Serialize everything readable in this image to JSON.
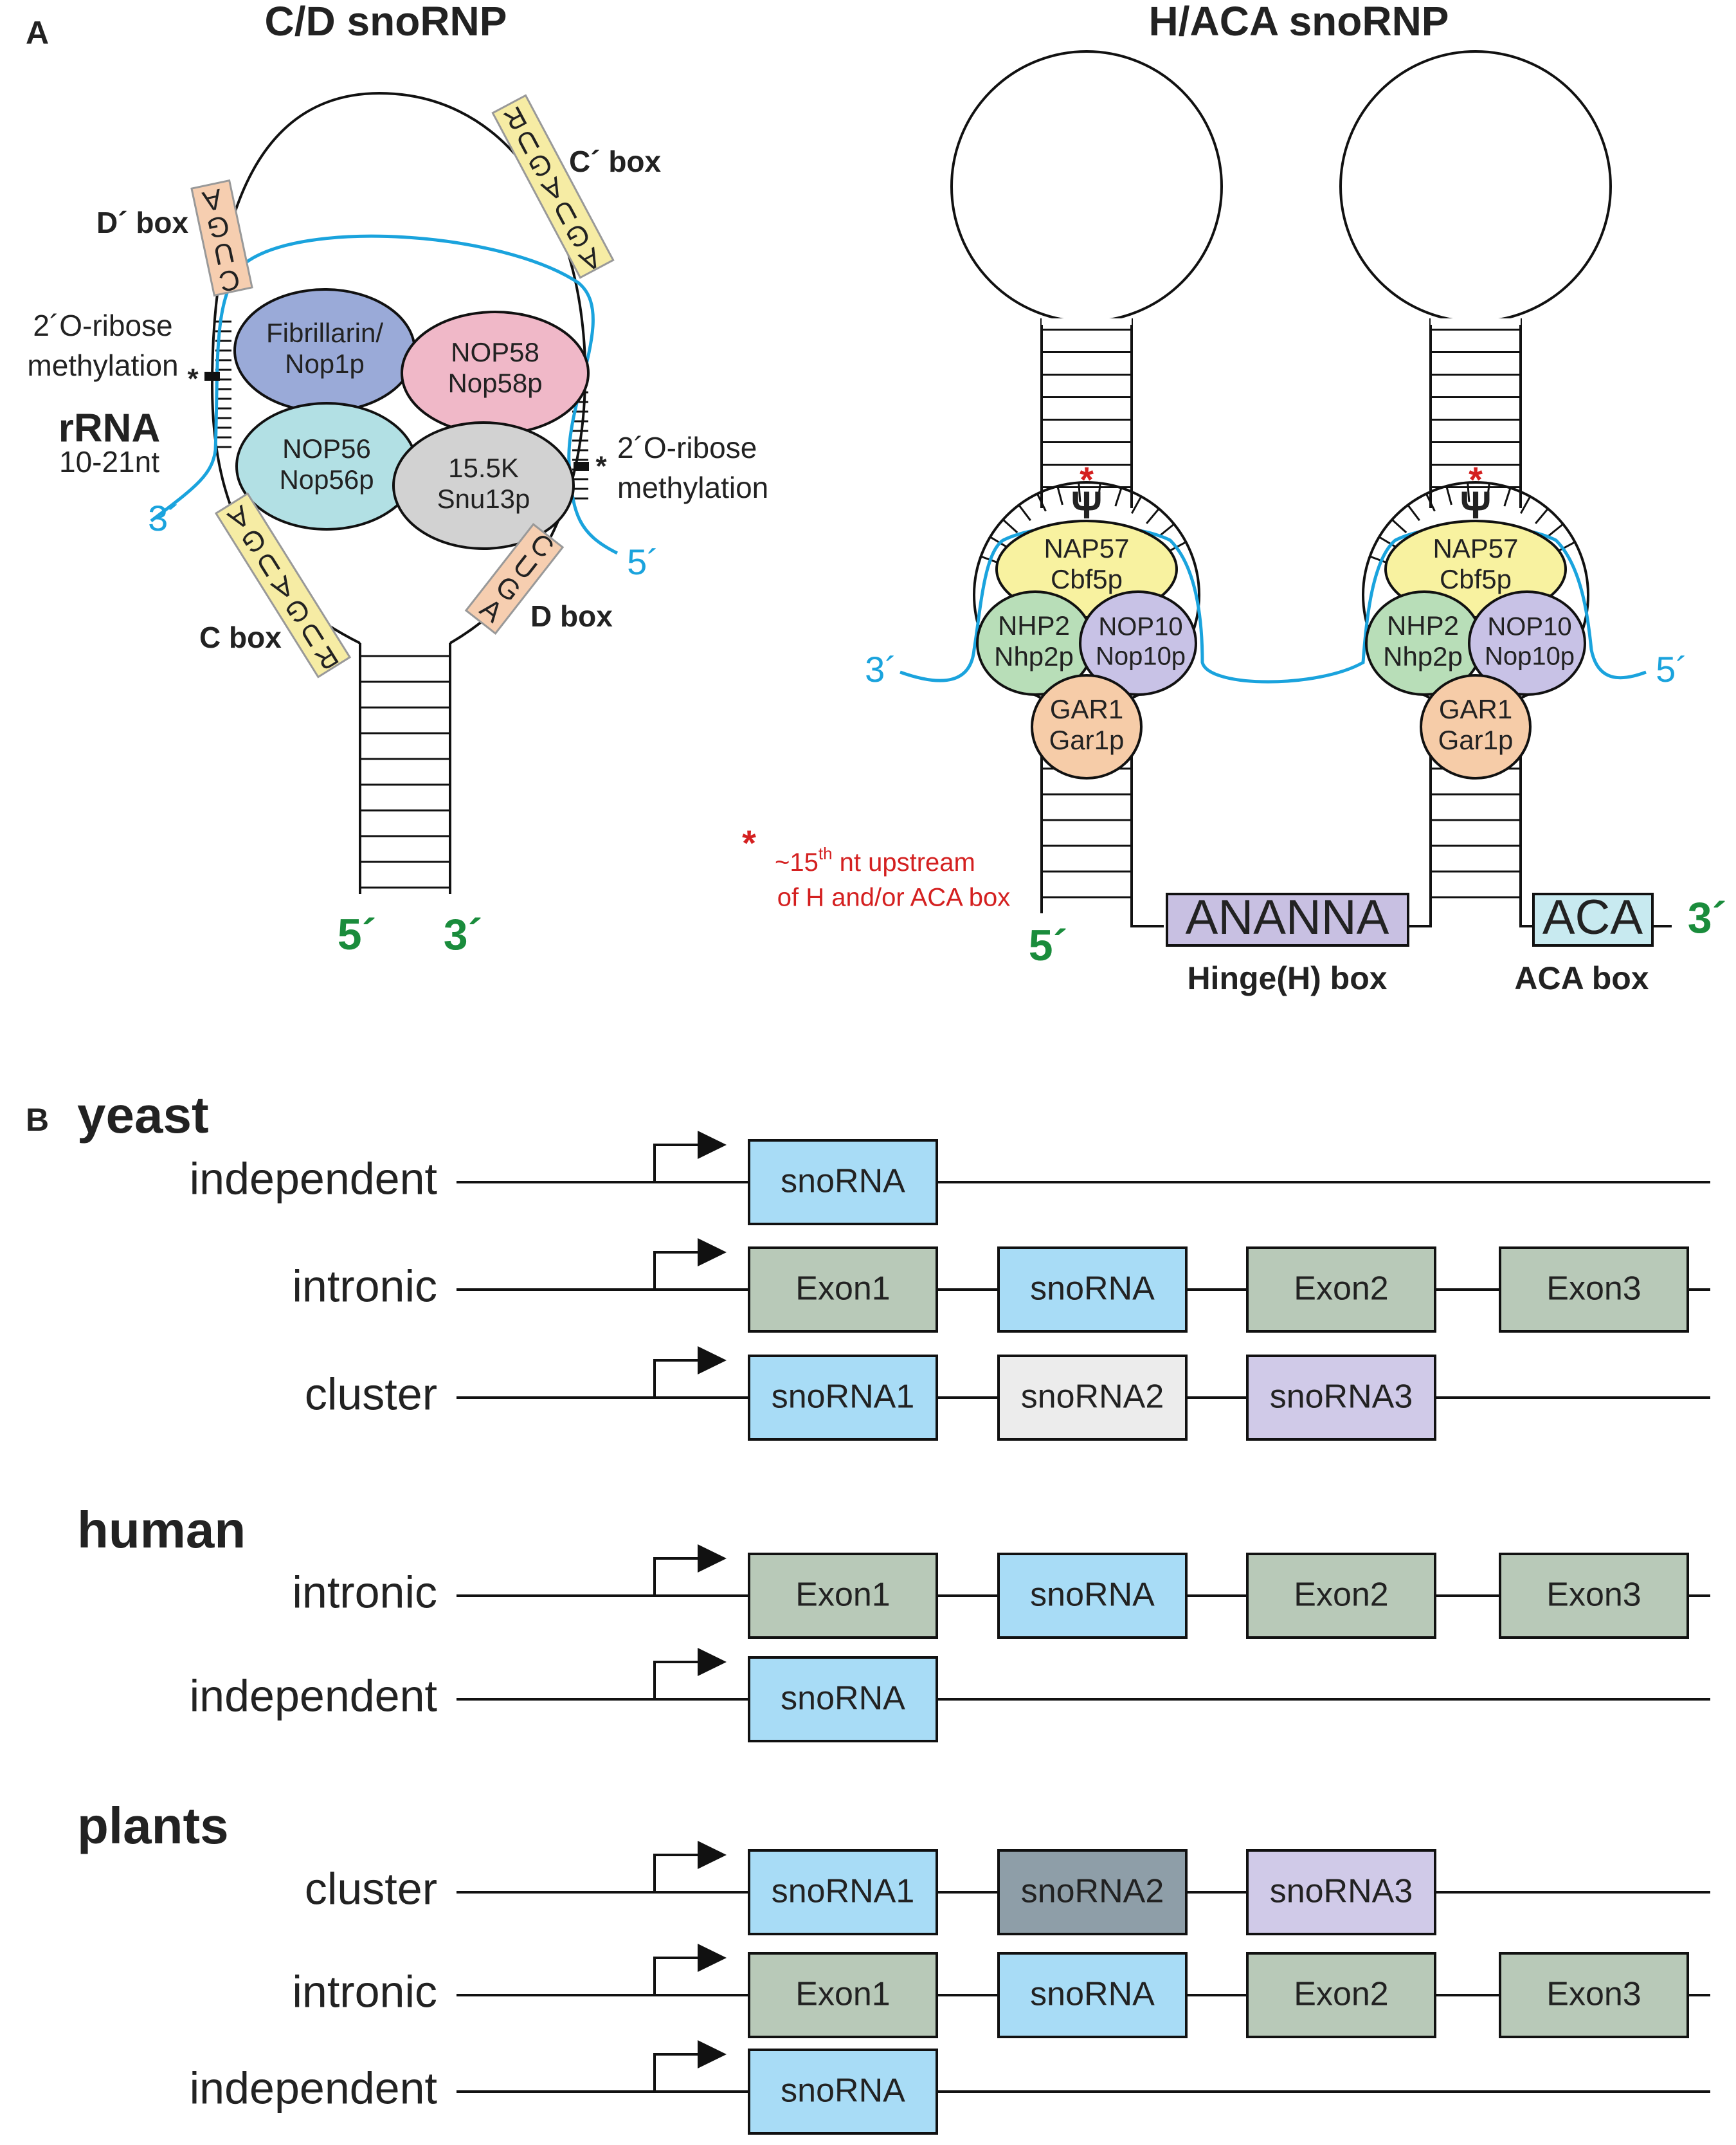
{
  "colors": {
    "blue_rna": "#1aa3dd",
    "green_end": "#1a8c3c",
    "red_note": "#d42020",
    "fibrillarin": "#9aaad8",
    "nop58": "#f0b8c8",
    "nop56": "#b2e0e4",
    "snu13": "#d2d2d2",
    "c_box": "#f6eca4",
    "d_box": "#f6ceb0",
    "nap57": "#f8f2a0",
    "nhp2": "#b8deb8",
    "nop10": "#c8c2e6",
    "gar1": "#f6cca8",
    "h_box": "#c8c0e2",
    "aca_box": "#c8eaf0",
    "exon": "#b8c9b8",
    "snorna": "#a8dcf6",
    "snorna2_yeast": "#ececec",
    "snorna2_plant": "#8e9ea8",
    "snorna3": "#d0cae8"
  },
  "panel_a": {
    "label": "A",
    "cd": {
      "title": "C/D snoRNP",
      "d_prime_box": {
        "label": "D´ box",
        "seq": [
          "A",
          "G",
          "U",
          "C"
        ]
      },
      "c_prime_box": {
        "label": "C´ box",
        "seq": [
          "R",
          "U",
          "G",
          "A",
          "U",
          "G",
          "A"
        ]
      },
      "c_box": {
        "label": "C box",
        "seq": [
          "A",
          "G",
          "U",
          "A",
          "G",
          "U",
          "R"
        ]
      },
      "d_box": {
        "label": "D box",
        "seq": [
          "A",
          "G",
          "U",
          "C"
        ]
      },
      "methylation_left": [
        "2´O-ribose",
        "methylation"
      ],
      "methylation_right": [
        "2´O-ribose",
        "methylation"
      ],
      "rrna_label": "rRNA",
      "rrna_length": "10-21nt",
      "rrna_3": "3´",
      "rrna_5": "5´",
      "end_5": "5´",
      "end_3": "3´",
      "star": "*",
      "proteins": {
        "fibrillarin": [
          "Fibrillarin/",
          "Nop1p"
        ],
        "nop58": [
          "NOP58",
          "Nop58p"
        ],
        "nop56": [
          "NOP56",
          "Nop56p"
        ],
        "snu13": [
          "15.5K",
          "Snu13p"
        ]
      }
    },
    "haca": {
      "title": "H/ACA snoRNP",
      "psi": "Ψ",
      "star": "*",
      "nap57": [
        "NAP57",
        "Cbf5p"
      ],
      "nhp2": [
        "NHP2",
        "Nhp2p"
      ],
      "nop10": [
        "NOP10",
        "Nop10p"
      ],
      "gar1": [
        "GAR1",
        "Gar1p"
      ],
      "rna_3": "3´",
      "rna_5": "5´",
      "end_5": "5´",
      "end_3": "3´",
      "note_star": "*",
      "note_pre": "~15",
      "note_sup": "th",
      "note_post": " nt upstream",
      "note_line2": "of H and/or ACA box",
      "h_box_seq": "ANANNA",
      "h_box_label": "Hinge(H) box",
      "aca_seq": "ACA",
      "aca_label": "ACA box"
    }
  },
  "panel_b": {
    "label": "B",
    "groups": [
      {
        "organism": "yeast",
        "rows": [
          {
            "label": "independent",
            "boxes": [
              {
                "text": "snoRNA",
                "kind": "snorna"
              }
            ]
          },
          {
            "label": "intronic",
            "boxes": [
              {
                "text": "Exon1",
                "kind": "exon"
              },
              {
                "text": "snoRNA",
                "kind": "snorna"
              },
              {
                "text": "Exon2",
                "kind": "exon"
              },
              {
                "text": "Exon3",
                "kind": "exon"
              }
            ]
          },
          {
            "label": "cluster",
            "boxes": [
              {
                "text": "snoRNA1",
                "kind": "snorna"
              },
              {
                "text": "snoRNA2",
                "kind": "snorna2_yeast"
              },
              {
                "text": "snoRNA3",
                "kind": "snorna3"
              }
            ]
          }
        ]
      },
      {
        "organism": "human",
        "rows": [
          {
            "label": "intronic",
            "boxes": [
              {
                "text": "Exon1",
                "kind": "exon"
              },
              {
                "text": "snoRNA",
                "kind": "snorna"
              },
              {
                "text": "Exon2",
                "kind": "exon"
              },
              {
                "text": "Exon3",
                "kind": "exon"
              }
            ]
          },
          {
            "label": "independent",
            "boxes": [
              {
                "text": "snoRNA",
                "kind": "snorna"
              }
            ]
          }
        ]
      },
      {
        "organism": "plants",
        "rows": [
          {
            "label": "cluster",
            "boxes": [
              {
                "text": "snoRNA1",
                "kind": "snorna"
              },
              {
                "text": "snoRNA2",
                "kind": "snorna2_plant"
              },
              {
                "text": "snoRNA3",
                "kind": "snorna3"
              }
            ]
          },
          {
            "label": "intronic",
            "boxes": [
              {
                "text": "Exon1",
                "kind": "exon"
              },
              {
                "text": "snoRNA",
                "kind": "snorna"
              },
              {
                "text": "Exon2",
                "kind": "exon"
              },
              {
                "text": "Exon3",
                "kind": "exon"
              }
            ]
          },
          {
            "label": "independent",
            "boxes": [
              {
                "text": "snoRNA",
                "kind": "snorna"
              }
            ]
          }
        ]
      }
    ]
  }
}
